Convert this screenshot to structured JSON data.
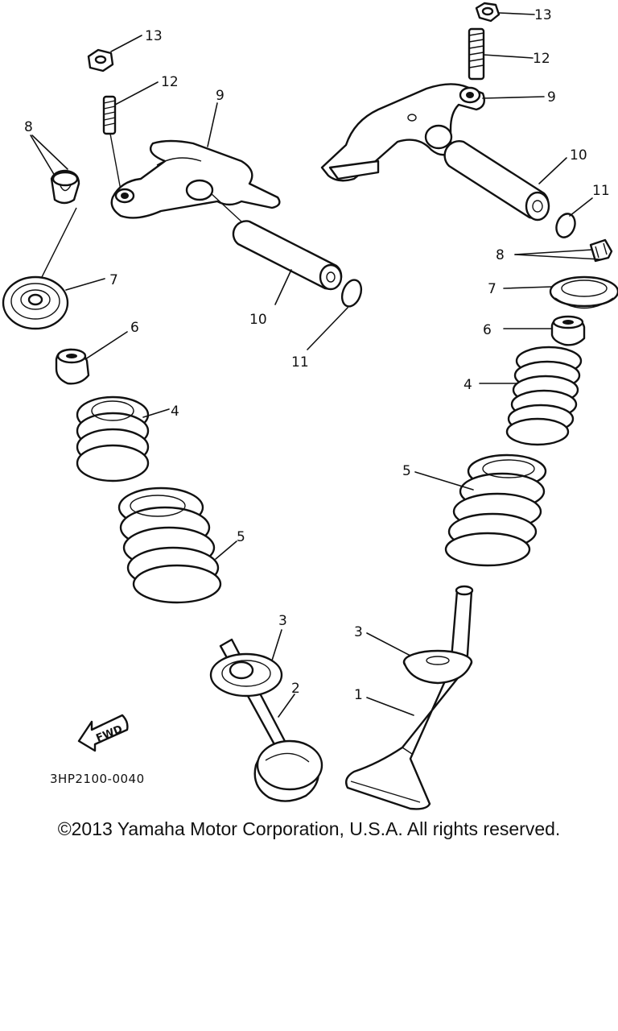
{
  "callouts": {
    "c1": "1",
    "c2": "2",
    "c3a": "3",
    "c3b": "3",
    "c4a": "4",
    "c4b": "4",
    "c5a": "5",
    "c5b": "5",
    "c6a": "6",
    "c6b": "6",
    "c7a": "7",
    "c7b": "7",
    "c8a": "8",
    "c8b": "8",
    "c9a": "9",
    "c9b": "9",
    "c10a": "10",
    "c10b": "10",
    "c11a": "11",
    "c11b": "11",
    "c12a": "12",
    "c12b": "12",
    "c13a": "13",
    "c13b": "13"
  },
  "fwd_label": "FWD",
  "diagram_code": "3HP2100-0040",
  "copyright": "©2013 Yamaha Motor Corporation, U.S.A. All rights reserved."
}
